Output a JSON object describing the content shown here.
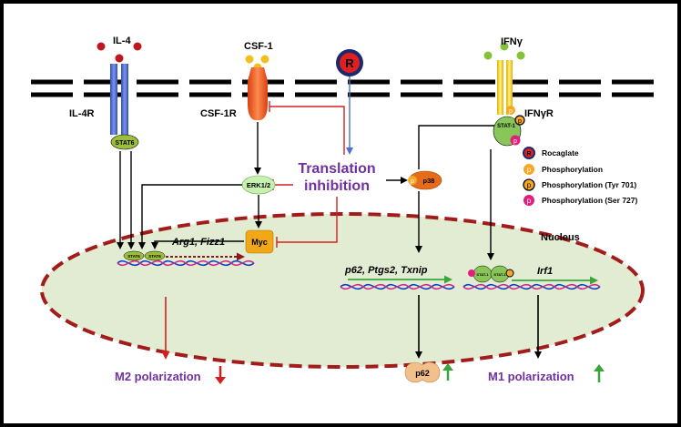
{
  "receptors": {
    "il4_ligand": "IL-4",
    "il4_receptor": "IL-4R",
    "stat6": "STAT6",
    "csf1_ligand": "CSF-1",
    "csf1_receptor": "CSF-1R",
    "ifng_ligand": "IFNγ",
    "ifng_receptor": "IFNγR",
    "stat1": "STAT-1"
  },
  "drug": {
    "symbol": "R",
    "effect_line1": "Translation",
    "effect_line2": "inhibition"
  },
  "signaling": {
    "erk": "ERK1/2",
    "myc": "Myc",
    "p38": "p38",
    "phospho": "p"
  },
  "nucleus": {
    "label": "Nucleus",
    "m2_genes": "Arg1, Fizz1",
    "stat6_dimer": [
      "STAT6",
      "STAT6"
    ],
    "p38_genes": "p62, Ptgs2, Txnip",
    "m1_gene": "Irf1",
    "stat1_dimer": [
      "STAT-1",
      "STAT-1"
    ]
  },
  "outcomes": {
    "m2": "M2 polarization",
    "p62": "p62",
    "m1": "M1 polarization"
  },
  "legend": [
    {
      "symbol": "R",
      "label": "Rocaglate"
    },
    {
      "symbol": "p",
      "label": "Phosphorylation"
    },
    {
      "symbol": "p",
      "label": "Phosphorylation (Tyr 701)"
    },
    {
      "symbol": "p",
      "label": "Phosphorylation (Ser 727)"
    }
  ],
  "colors": {
    "purple": "#7030a0",
    "red": "#e02020",
    "green": "#3aa53a",
    "blue": "#4a6fd6",
    "nucleus_fill": "#e2ecd2",
    "nucleus_border": "#a31c1c"
  }
}
